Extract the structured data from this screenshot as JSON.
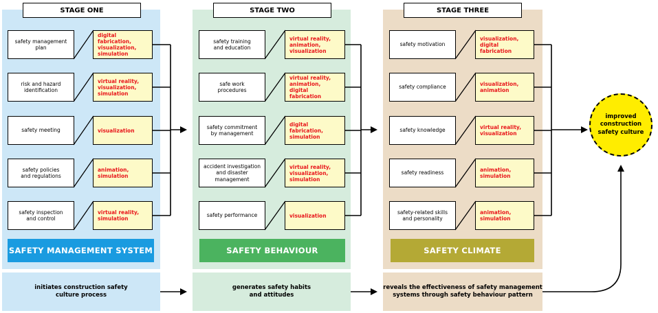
{
  "stages": [
    {
      "title": "STAGE ONE",
      "band": "SAFETY MANAGEMENT SYSTEM",
      "bottom": "initiates construction safety\nculture process",
      "rows": [
        {
          "label": "safety management\nplan",
          "tech": "digital fabrication,\nvisualization,\nsimulation"
        },
        {
          "label": "risk and hazard\nidentification",
          "tech": "virtual reality,\nvisualization,\nsimulation"
        },
        {
          "label": "safety meeting",
          "tech": "visualization"
        },
        {
          "label": "safety policies\nand regulations",
          "tech": "animation,\nsimulation"
        },
        {
          "label": "safety inspection\nand control",
          "tech": "virtual reality,\nsimulation"
        }
      ]
    },
    {
      "title": "STAGE TWO",
      "band": "SAFETY BEHAVIOUR",
      "bottom": "generates safety habits\nand attitudes",
      "rows": [
        {
          "label": "safety training\nand education",
          "tech": "virtual reality,\nanimation,\nvisualization"
        },
        {
          "label": "safe work\nprocedures",
          "tech": "virtual reality,\nanimation,\ndigital fabrication"
        },
        {
          "label": "safety commitment\nby management",
          "tech": "digital fabrication,\nsimulation"
        },
        {
          "label": "accident investigation\nand disaster\nmanagement",
          "tech": "virtual reality,\nvisualization,\nsimulation"
        },
        {
          "label": "safety performance",
          "tech": "visualization"
        }
      ]
    },
    {
      "title": "STAGE THREE",
      "band": "SAFETY CLIMATE",
      "bottom": "reveals the effectiveness of safety management\nsystems through safety behaviour pattern",
      "rows": [
        {
          "label": "safety motivation",
          "tech": "visualization,\ndigital fabrication"
        },
        {
          "label": "safety compliance",
          "tech": "visualization,\nanimation"
        },
        {
          "label": "safety knowledge",
          "tech": "virtual reality,\nvisualization"
        },
        {
          "label": "safety readiness",
          "tech": "animation,\nsimulation"
        },
        {
          "label": "safety-related skills\nand personality",
          "tech": "animation,\nsimulation"
        }
      ]
    }
  ],
  "outcome": "improved\nconstruction\nsafety culture",
  "colors": {
    "stage_one_bg": "#cde7f7",
    "stage_two_bg": "#d6ecdd",
    "stage_three_bg": "#ecdcc6",
    "band_one": "#1a9be0",
    "band_two": "#4bb35f",
    "band_three": "#b4a935",
    "tech_bg": "#fdfac8",
    "tech_text": "#e8161b",
    "outcome_fill": "#ffed00"
  }
}
